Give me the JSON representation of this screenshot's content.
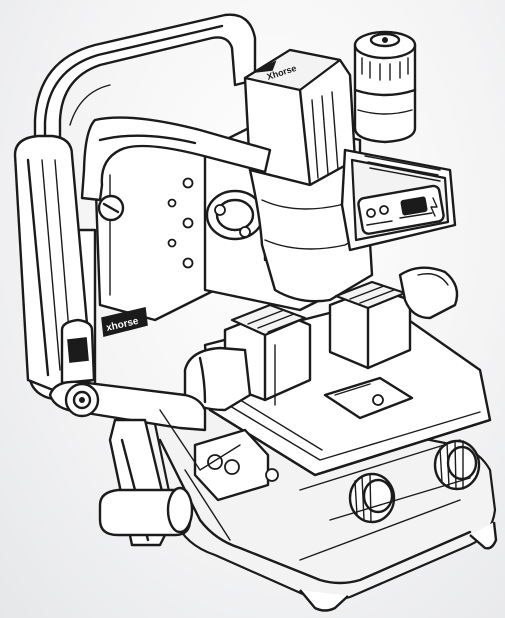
{
  "illustration": {
    "subject_icon": "key-cutting-machine-icon",
    "style": "monochrome line art",
    "colors": {
      "line": "#1b1b1b",
      "fill": "#ffffff",
      "background": "#eeeff1"
    }
  },
  "labels": {
    "logo_top": "Xhorse",
    "brand_side": "xhorse"
  }
}
